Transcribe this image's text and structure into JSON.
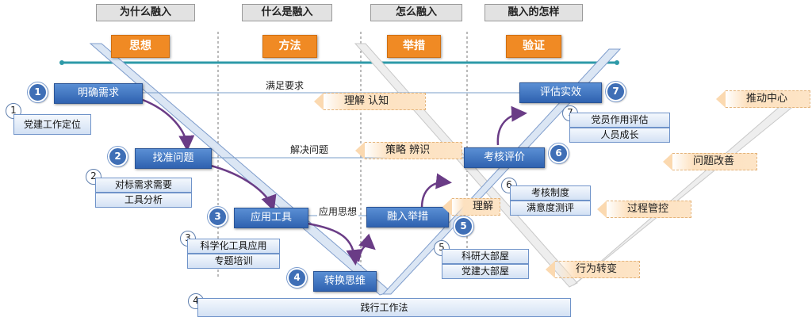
{
  "headers": [
    "为什么融入",
    "什么是融入",
    "怎么融入",
    "融入的怎样"
  ],
  "phases": [
    "思想",
    "方法",
    "举措",
    "验证"
  ],
  "steps": {
    "s1": {
      "num": "1",
      "label": "明确需求"
    },
    "s2": {
      "num": "2",
      "label": "找准问题"
    },
    "s3": {
      "num": "3",
      "label": "应用工具"
    },
    "s4": {
      "num": "4",
      "label": "转换思维"
    },
    "s5": {
      "num": "5",
      "label": "融入举措"
    },
    "s6": {
      "num": "6",
      "label": "考核评价"
    },
    "s7": {
      "num": "7",
      "label": "评估实效"
    }
  },
  "subs": {
    "a1": {
      "num": "1",
      "items": [
        "党建工作定位"
      ]
    },
    "a2": {
      "num": "2",
      "items": [
        "对标需求需要",
        "工具分析"
      ]
    },
    "a3": {
      "num": "3",
      "items": [
        "科学化工具应用",
        "专题培训"
      ]
    },
    "a4": {
      "num": "4",
      "items": [
        "践行工作法"
      ]
    },
    "a5": {
      "num": "5",
      "items": [
        "科研大部屋",
        "党建大部屋"
      ]
    },
    "a6": {
      "num": "6",
      "items": [
        "考核制度",
        "满意度测评"
      ]
    },
    "a7": {
      "num": "7",
      "items": [
        "党员作用评估",
        "人员成长"
      ]
    }
  },
  "links": {
    "l1": "满足要求",
    "l2": "解决问题",
    "l3": "应用思想"
  },
  "tags": {
    "t1": "理解  认知",
    "t2": "策略  辨识",
    "t3": "理解",
    "t4": "推动中心",
    "t5": "问题改善",
    "t6": "过程管控",
    "t7": "行为转变"
  },
  "colors": {
    "phase": "#f08a24",
    "step": "#3f6fb6",
    "axis": "#2e9aa8"
  }
}
